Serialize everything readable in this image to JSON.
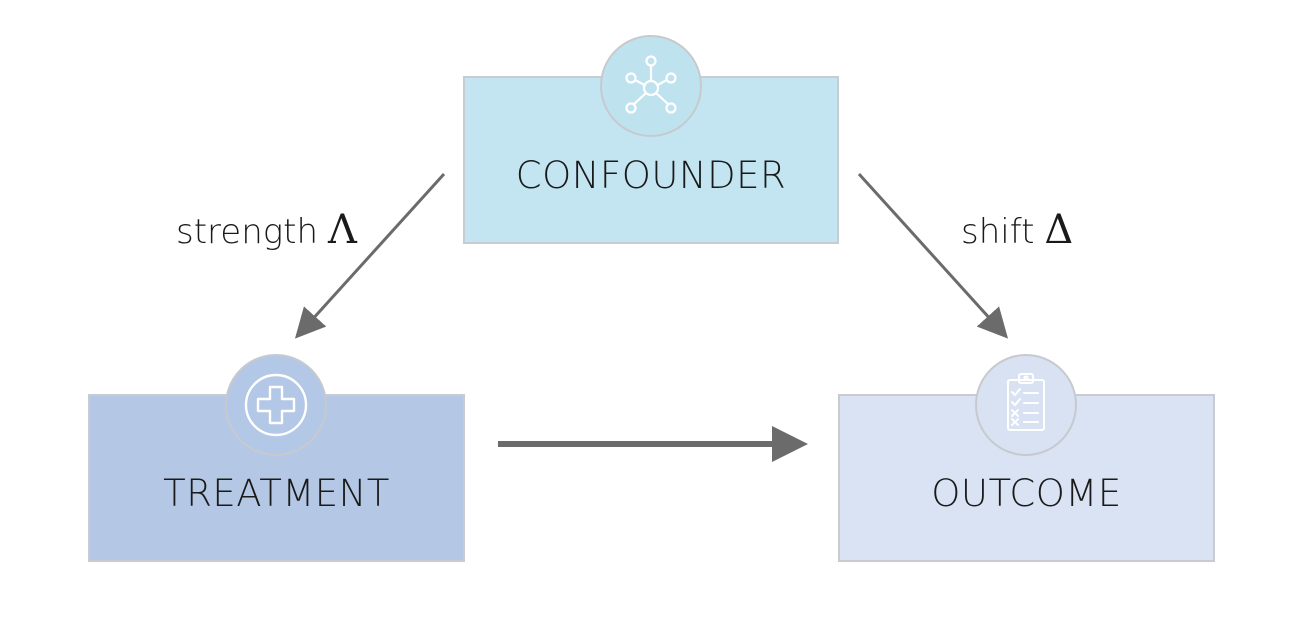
{
  "nodes": {
    "confounder": {
      "label": "CONFOUNDER",
      "icon": "network-hub-icon",
      "color": "#c3e5f1"
    },
    "treatment": {
      "label": "TREATMENT",
      "icon": "medical-cross-icon",
      "color": "#b4c8e6"
    },
    "outcome": {
      "label": "OUTCOME",
      "icon": "clipboard-checklist-icon",
      "color": "#dae3f3"
    }
  },
  "edges": {
    "confounder_to_treatment": {
      "label": "strength",
      "symbol": "Λ"
    },
    "confounder_to_outcome": {
      "label": "shift",
      "symbol": "Δ"
    },
    "treatment_to_outcome": {
      "label": ""
    }
  },
  "colors": {
    "arrow": "#6b6b6b",
    "badge_border": "#c6cacf",
    "icon_stroke": "#ffffff"
  }
}
